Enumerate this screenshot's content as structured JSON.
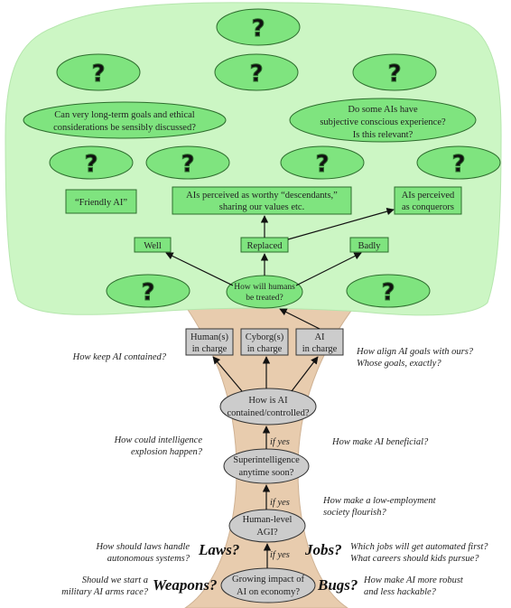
{
  "question_mark": "?",
  "canopy": {
    "questions_left": [
      "Can very long-term goals and ethical",
      "considerations be sensibly discussed?"
    ],
    "questions_right": [
      "Do some AIs have",
      "subjective conscious experience?",
      "Is this relevant?"
    ],
    "friendly_ai": "“Friendly AI”",
    "descendants": [
      "AIs perceived  as  worthy “descendants,”",
      "sharing our values etc."
    ],
    "conquerors": [
      "AIs perceived",
      "as conquerors"
    ],
    "outcome_well": "Well",
    "outcome_replaced": "Replaced",
    "outcome_badly": "Badly",
    "treated_question": [
      "How will humans",
      "be treated?"
    ]
  },
  "control_options": {
    "humans": [
      "Human(s)",
      "in charge"
    ],
    "cyborgs": [
      "Cyborg(s)",
      "in charge"
    ],
    "ai": [
      "AI",
      "in charge"
    ]
  },
  "trunk": {
    "contained": [
      "How is AI",
      "contained/controlled?"
    ],
    "superintelligence": [
      "Superintelligence",
      "anytime soon?"
    ],
    "agi": [
      "Human-level",
      "AGI?"
    ],
    "impact": [
      "Growing impact of",
      "AI on economy?"
    ],
    "if_yes": "if yes"
  },
  "side_questions": {
    "keep_contained": "How keep AI contained?",
    "align_goals": [
      "How align AI goals with ours?",
      "Whose goals, exactly?"
    ],
    "explosion": [
      "How could intelligence",
      "explosion happen?"
    ],
    "beneficial": "How make AI beneficial?",
    "low_employment": [
      "How make a low-employment",
      "society flourish?"
    ],
    "laws_question": [
      "How should laws handle",
      "autonomous systems?"
    ],
    "jobs_question": [
      "Which jobs will get automated first?",
      "What careers should kids pursue?"
    ],
    "arms_race": [
      "Should we start a",
      "military AI arms race?"
    ],
    "robust": [
      "How make AI more robust",
      "and less hackable?"
    ]
  },
  "topics": {
    "laws": "Laws?",
    "jobs": "Jobs?",
    "weapons": "Weapons?",
    "bugs": "Bugs?"
  },
  "colors": {
    "canopy_fill": "#ccf6c4",
    "canopy_edge": "#8ec988",
    "node_green": "#7fe47f",
    "node_border": "#2e6d2e",
    "trunk_fill": "#e8ccae",
    "trunk_node": "#cccccc"
  }
}
